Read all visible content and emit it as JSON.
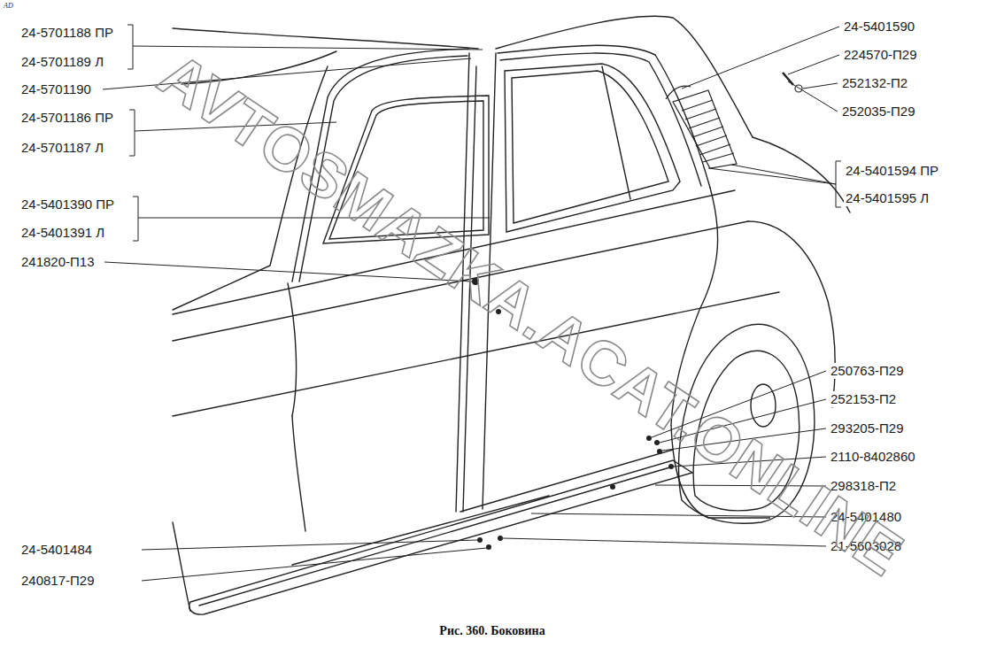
{
  "diagram": {
    "caption": "Рис. 360. Боковина",
    "labels": [
      "AD",
      "24-5701188 ПР",
      "24-5701189 Л",
      "24-5701190",
      "24-5701186 ПР",
      "24-5701187 Л",
      "24-5401390 ПР",
      "24-5401391 Л",
      "241820-П13",
      "24-5401484",
      "240817-П29",
      "24-5401590",
      "224570-П29",
      "252132-П2",
      "252035-П29",
      "24-5401594 ПР",
      "24-5401595 Л",
      "250763-П29",
      "252153-П2",
      "293205-П29",
      "2110-8402860",
      "298318-П2",
      "24-5401480",
      "21-5603028",
      "AVTOSMAZKA.ACAT.ONLINE"
    ]
  }
}
